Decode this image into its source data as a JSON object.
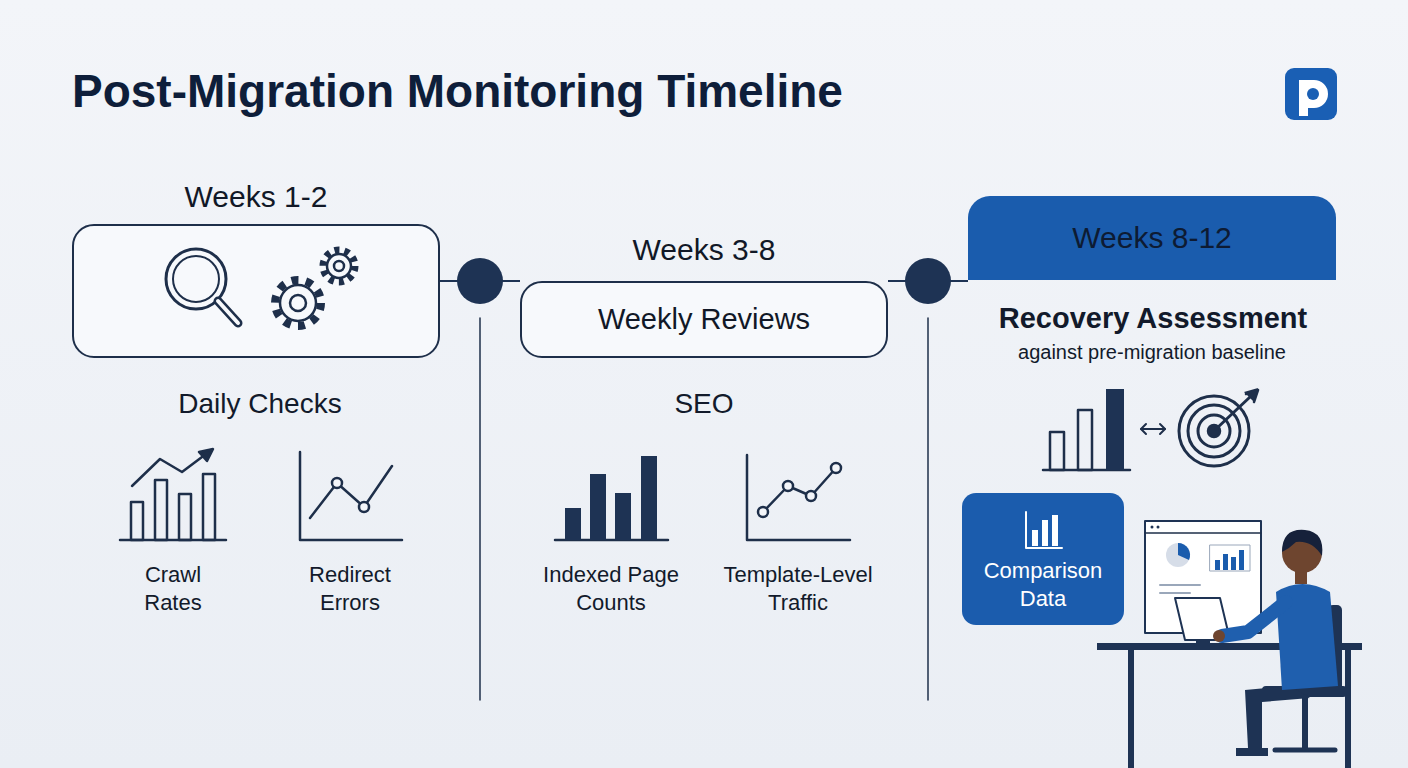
{
  "diagram": {
    "title": "Post-Migration Monitoring Timeline",
    "nodes": [
      {
        "text": [
          "Weeks 1-2"
        ]
      },
      {
        "text": [
          "Weeks 3-8",
          "Weekly Reviews"
        ]
      },
      {
        "text": [
          "Weeks 8-12"
        ]
      },
      {
        "text": [
          "Comparison Data"
        ]
      }
    ],
    "edges": [
      {
        "from": 0,
        "to": 1,
        "arrow": "none"
      },
      {
        "from": 1,
        "to": 2,
        "arrow": "none"
      }
    ],
    "labels": [
      "Daily Checks",
      "Crawl Rates",
      "Redirect Errors",
      "SEO",
      "Indexed Page Counts",
      "Template-Level Traffic",
      "Recovery Assessment",
      "against pre-migration baseline"
    ]
  }
}
